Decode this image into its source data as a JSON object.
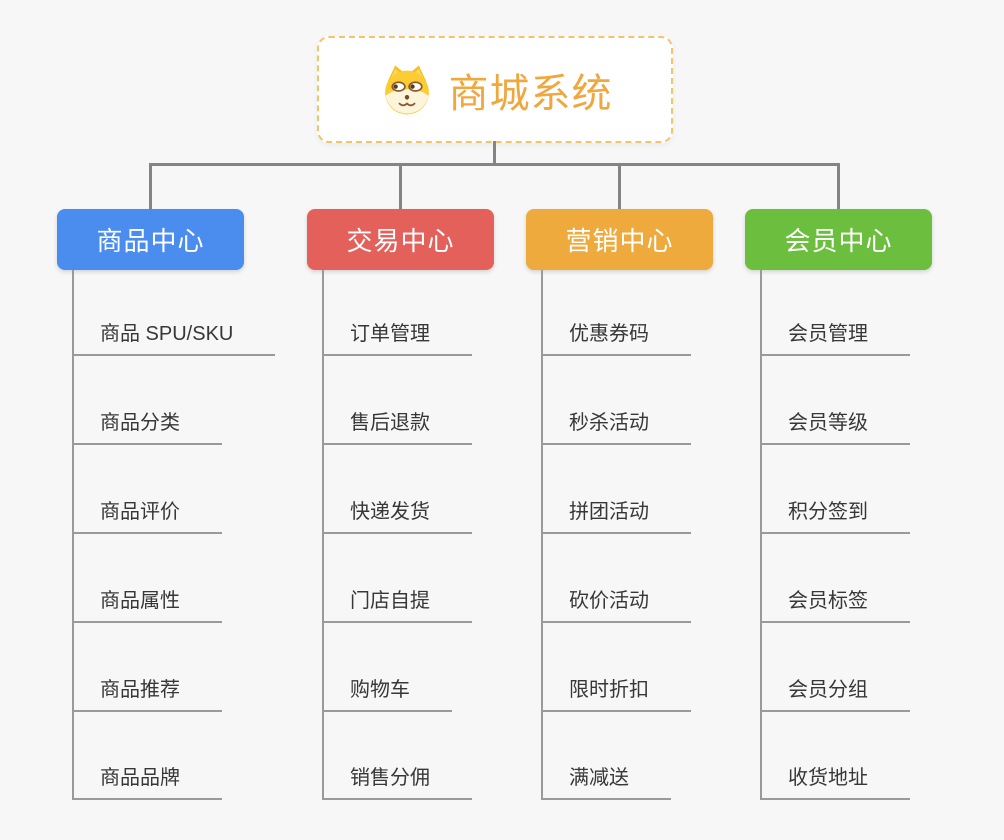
{
  "root": {
    "title": "商城系统",
    "icon": "dog-face-icon",
    "title_color": "#F0A73E",
    "border_color": "#F4C46A"
  },
  "branches": [
    {
      "label": "商品中心",
      "color": "#4B8DEE",
      "items": [
        "商品 SPU/SKU",
        "商品分类",
        "商品评价",
        "商品属性",
        "商品推荐",
        "商品品牌"
      ]
    },
    {
      "label": "交易中心",
      "color": "#E4605B",
      "items": [
        "订单管理",
        "售后退款",
        "快递发货",
        "门店自提",
        "购物车",
        "销售分佣"
      ]
    },
    {
      "label": "营销中心",
      "color": "#EEAA3C",
      "items": [
        "优惠券码",
        "秒杀活动",
        "拼团活动",
        "砍价活动",
        "限时折扣",
        "满减送"
      ]
    },
    {
      "label": "会员中心",
      "color": "#6CBE3E",
      "items": [
        "会员管理",
        "会员等级",
        "积分签到",
        "会员标签",
        "会员分组",
        "收货地址"
      ]
    }
  ],
  "colors": {
    "background": "#F7F7F7",
    "connector_line": "#848484",
    "leaf_underline": "#9A9A9A",
    "leaf_text": "#373737",
    "branch_text": "#FFFFFF"
  }
}
